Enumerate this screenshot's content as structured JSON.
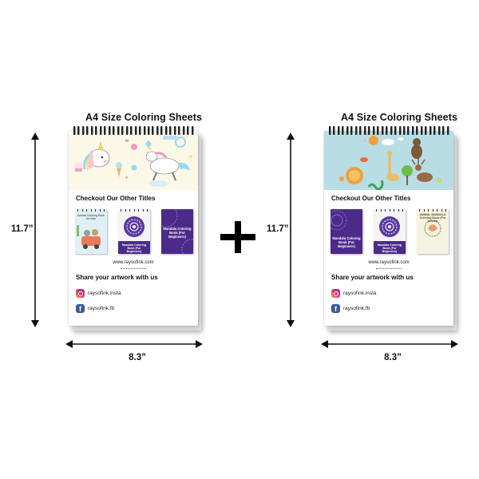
{
  "products": [
    {
      "title": "A4 Size Coloring Sheets",
      "banner": "unicorn",
      "section_heading": "Checkout Our Other Titles",
      "books": [
        {
          "label": "Animal Coloring Book for Kids",
          "color": "#dfeff3",
          "style": "light"
        },
        {
          "label": "Mandala Coloring Book (For Beginners)",
          "color": "#f4f4f6",
          "style": "light-mandala"
        },
        {
          "label": "Mandala Coloring Book (For Beginners)",
          "color": "#4b2a8a",
          "style": "dark"
        }
      ],
      "website": "www.raysofink.com",
      "share_heading": "Share your artwork with us",
      "instagram": "raysofink.insta",
      "facebook": "raysofink.fb",
      "height_label": "11.7”",
      "width_label": "8.3”"
    },
    {
      "title": "A4 Size Coloring Sheets",
      "banner": "animals",
      "section_heading": "Checkout Our Other Titles",
      "books": [
        {
          "label": "Mandala Coloring Book (For Beginners)",
          "color": "#4b2a8a",
          "style": "dark"
        },
        {
          "label": "Mandala Coloring Book (For Beginners)",
          "color": "#f4f4f6",
          "style": "light-mandala"
        },
        {
          "label": "ANIMAL MANDALA Coloring Book (For Adults)",
          "color": "#f6f2e2",
          "style": "light"
        }
      ],
      "website": "www.raysofink.com",
      "share_heading": "Share your artwork with us",
      "instagram": "raysofink.insta",
      "facebook": "raysofink.fb",
      "height_label": "11.7”",
      "width_label": "8.3”"
    }
  ],
  "colors": {
    "dimension_arrows": "#111111",
    "plus_sign": "#000000",
    "unicorn_banner_bg": "#fbf8e8",
    "animal_banner_bg": "#b9dde4",
    "mandala_purple": "#4b2a8a"
  },
  "icons": [
    "instagram-icon",
    "facebook-icon",
    "plus-icon",
    "arrow-icon"
  ]
}
